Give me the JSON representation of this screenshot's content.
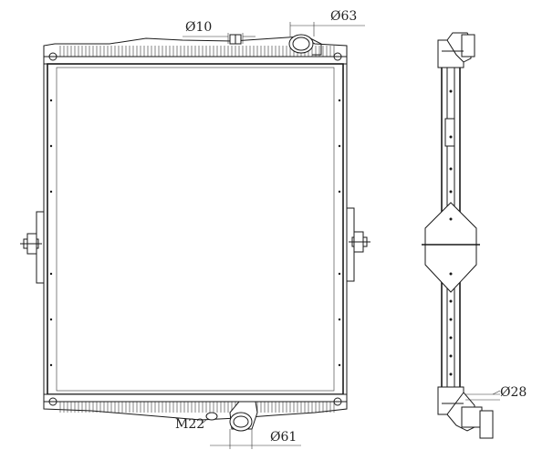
{
  "dimensions": {
    "top_small": "Ø10",
    "top_large": "Ø63",
    "bottom_outlet": "Ø61",
    "bottom_thread": "M22",
    "side_pipe": "Ø28"
  },
  "colors": {
    "line": "#1a1a1a",
    "background": "#ffffff"
  }
}
